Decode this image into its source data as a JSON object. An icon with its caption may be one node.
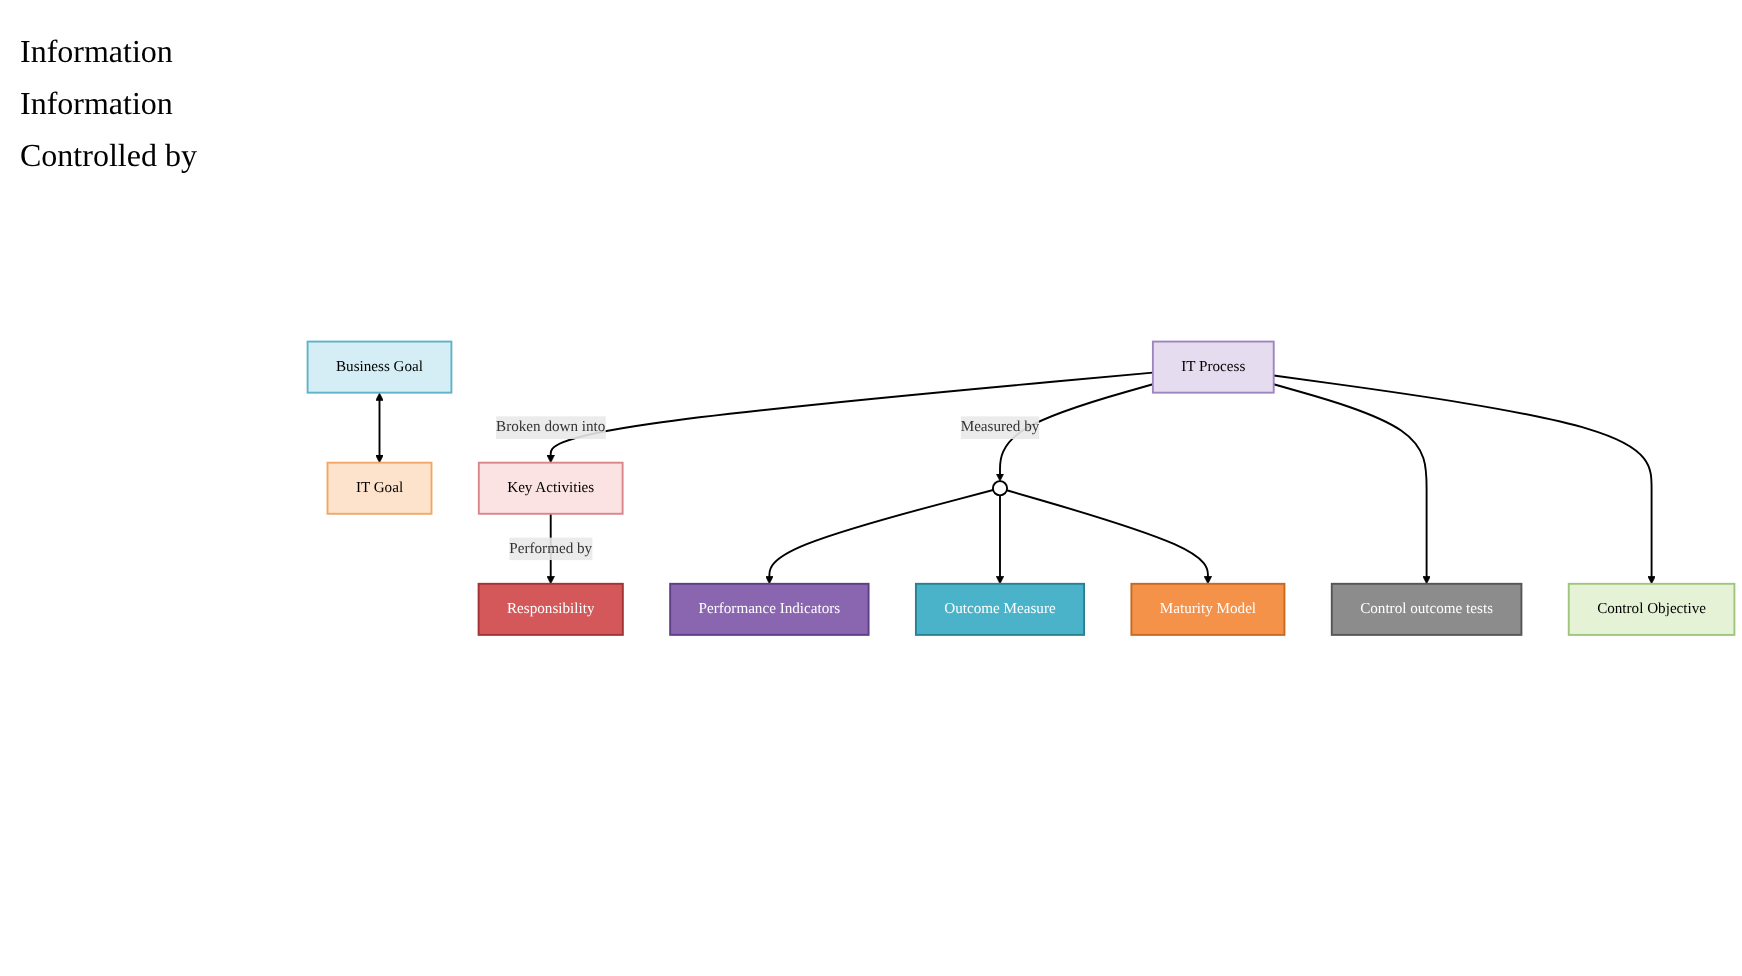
{
  "diagram": {
    "nodes": [
      {
        "text": [
          "Business Goal"
        ]
      },
      {
        "text": [
          "IT Goal"
        ]
      },
      {
        "text": [
          "IT Process"
        ]
      },
      {
        "text": [
          "Key Activities"
        ]
      },
      {
        "text": [],
        "shape": "circle"
      },
      {
        "text": [
          "Control outcome tests"
        ]
      },
      {
        "text": [
          "Control Objective"
        ]
      },
      {
        "text": [
          "Responsibility"
        ]
      },
      {
        "text": [
          "Performance Indicators"
        ]
      },
      {
        "text": [
          "Outcome Measure"
        ]
      },
      {
        "text": [
          "Maturity Model"
        ]
      }
    ],
    "edges": [
      {
        "from": 1,
        "to": 0,
        "arrow": "both"
      },
      {
        "from": 2,
        "to": 3,
        "arrow": "to",
        "label": "Broken down into"
      },
      {
        "from": 2,
        "to": 4,
        "arrow": "to",
        "label": "Measured by"
      },
      {
        "from": 2,
        "to": 5,
        "arrow": "to"
      },
      {
        "from": 2,
        "to": 6,
        "arrow": "to"
      },
      {
        "from": 3,
        "to": 7,
        "arrow": "to",
        "label": "Performed by"
      },
      {
        "from": 4,
        "to": 8,
        "arrow": "to"
      },
      {
        "from": 4,
        "to": 9,
        "arrow": "to"
      },
      {
        "from": 4,
        "to": 10,
        "arrow": "to"
      }
    ],
    "labels": [
      "Information",
      "Information",
      "Controlled by"
    ]
  }
}
